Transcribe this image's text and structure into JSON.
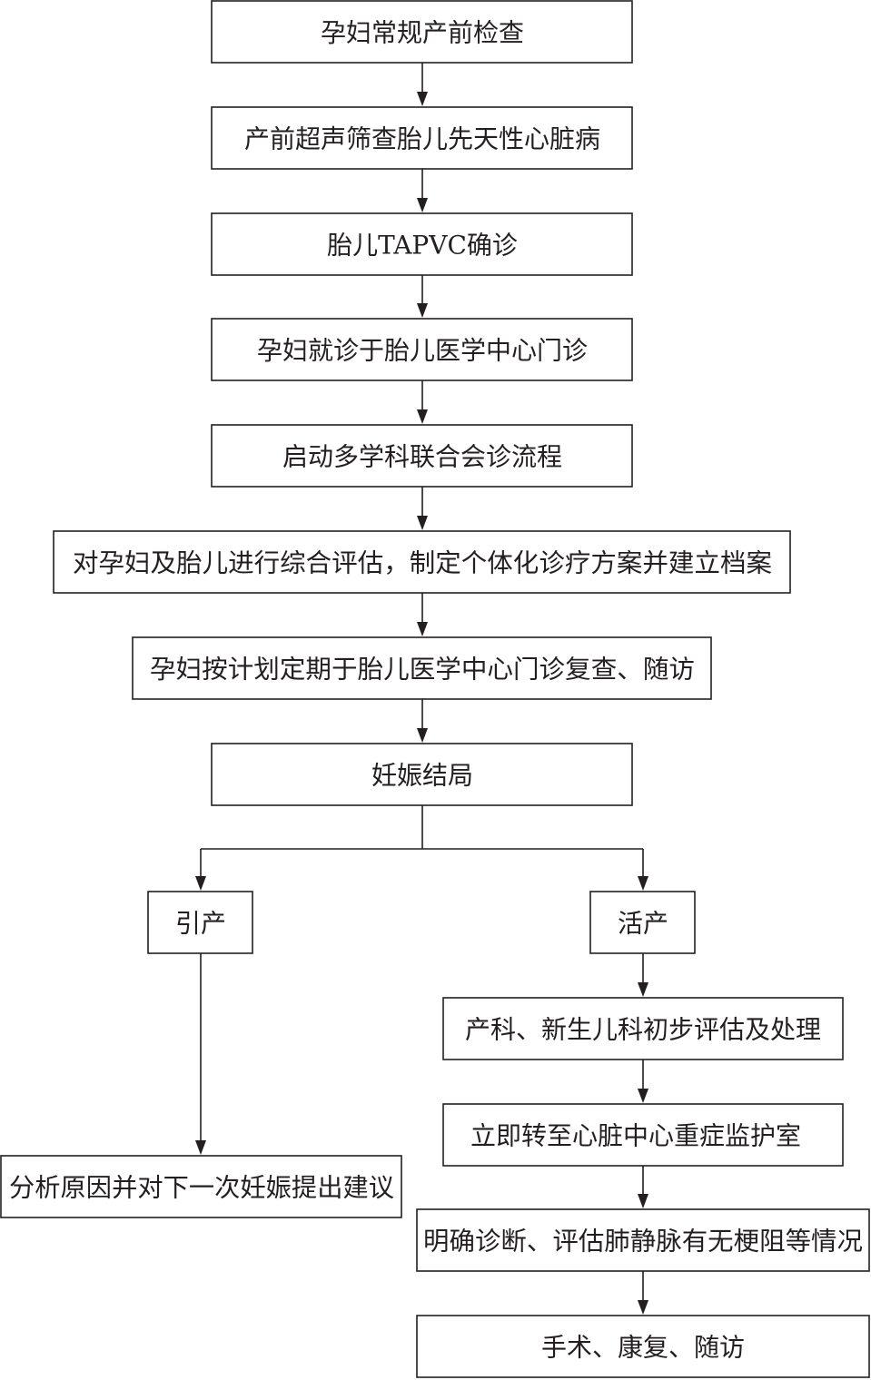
{
  "nodes": {
    "routine_checkup": "孕妇常规产前检查",
    "ultrasound_screening": "产前超声筛查胎儿先天性心脏病",
    "tapvc_diagnosis": "胎儿TAPVC确诊",
    "fetal_center_visit": "孕妇就诊于胎儿医学中心门诊",
    "mdt_consultation": "启动多学科联合会诊流程",
    "comprehensive_assessment": "对孕妇及胎儿进行综合评估，制定个体化诊疗方案并建立档案",
    "followup_plan": "孕妇按计划定期于胎儿医学中心门诊复查、随访",
    "pregnancy_outcome": "妊娠结局",
    "induced_labor": "引产",
    "live_birth": "活产",
    "analysis_advice": "分析原因并对下一次妊娠提出建议",
    "initial_evaluation": "产科、新生儿科初步评估及处理",
    "cardiac_icu_transfer": "立即转至心脏中心重症监护室",
    "define_diagnosis": "明确诊断、评估肺静脉有无梗阻等情况",
    "surgery_rehab": "手术、康复、随访"
  }
}
